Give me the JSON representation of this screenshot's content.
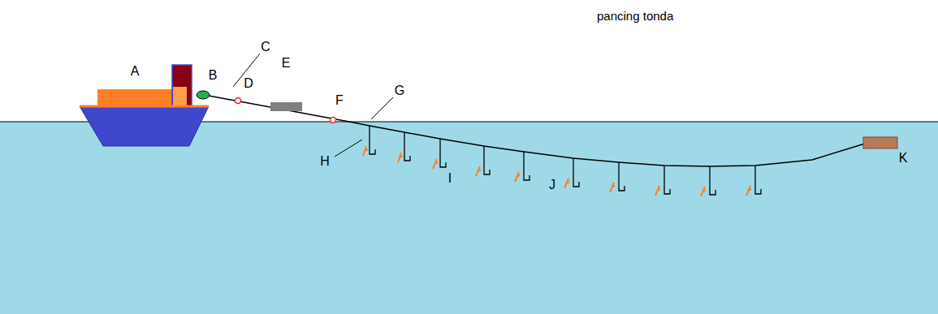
{
  "diagram": {
    "title": "pancing tonda",
    "labels": [
      "A",
      "B",
      "C",
      "D",
      "E",
      "F",
      "G",
      "H",
      "I",
      "J",
      "K"
    ]
  }
}
